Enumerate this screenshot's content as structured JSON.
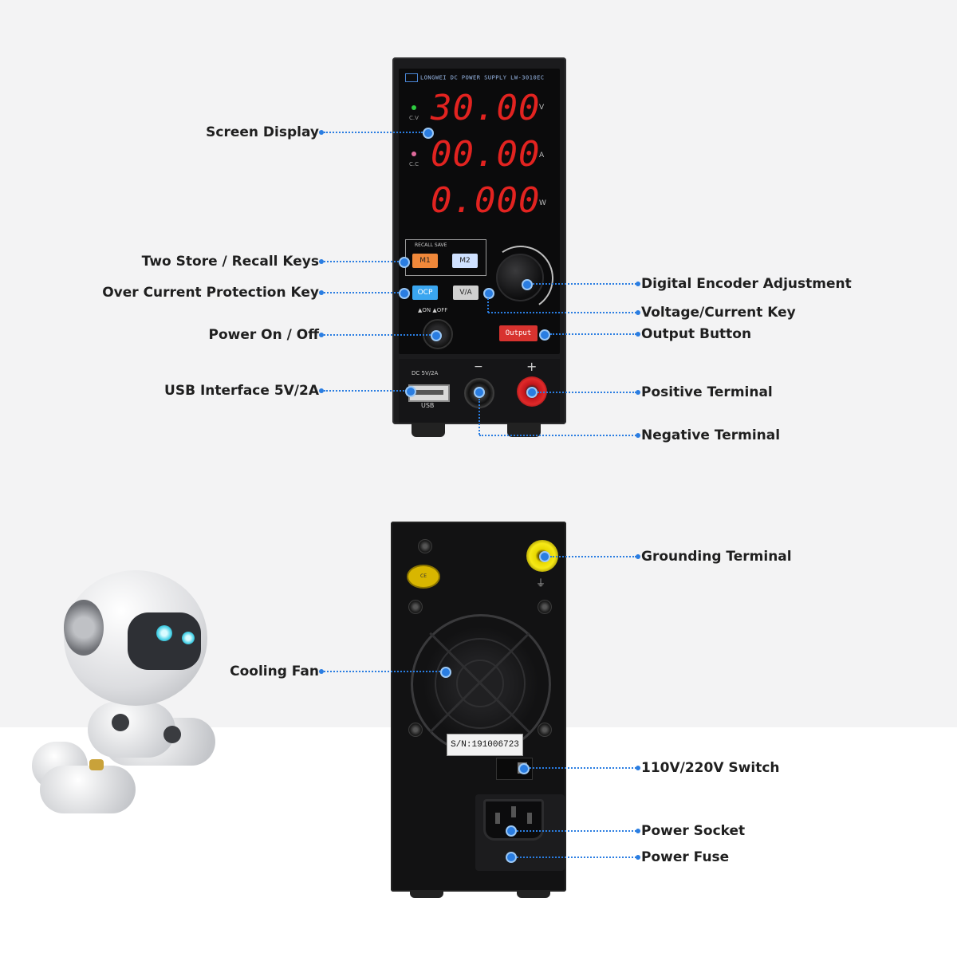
{
  "callouts": {
    "screen_display": "Screen Display",
    "two_store_recall": "Two Store / Recall Keys",
    "ocp_key": "Over Current Protection Key",
    "power_onoff": "Power On / Off",
    "usb_interface": "USB Interface 5V/2A",
    "digital_encoder": "Digital Encoder Adjustment",
    "voltage_current_key": "Voltage/Current Key",
    "output_button": "Output Button",
    "positive_terminal": "Positive Terminal",
    "negative_terminal": "Negative Terminal",
    "grounding_terminal": "Grounding Terminal",
    "cooling_fan": "Cooling Fan",
    "switch_110_220": "110V/220V  Switch",
    "power_socket": "Power Socket",
    "power_fuse": "Power Fuse"
  },
  "front_panel": {
    "brand": "LONGWEI",
    "model": "DC POWER SUPPLY LW-3010EC",
    "voltage_reading": "30.00",
    "current_reading": "00.00",
    "power_reading": "0.000",
    "voltage_unit": "V",
    "current_unit": "A",
    "power_unit": "W",
    "cv_label": "C.V",
    "cc_label": "C.C",
    "recall_save_label": "RECALL  SAVE",
    "m1_label": "M1",
    "m2_label": "M2",
    "ocp_label": "OCP",
    "vi_label": "V/A",
    "on_off_label": "▲ON ▲OFF",
    "output_label": "Output",
    "usb_header": "DC  5V/2A",
    "usb_label": "USB",
    "minus_label": "−",
    "plus_label": "+"
  },
  "back_panel": {
    "serial": "S/N:191006723",
    "cert_label": "CE"
  },
  "colors": {
    "accent": "#2a7de1",
    "display_red": "#e22320",
    "cv_led": "#2ecc40",
    "cc_led": "#e06a9c",
    "m1_key": "#f0883a",
    "m2_key": "#cfe1ff",
    "ocp_key": "#3aa6f0",
    "output_key": "#d8332f"
  }
}
